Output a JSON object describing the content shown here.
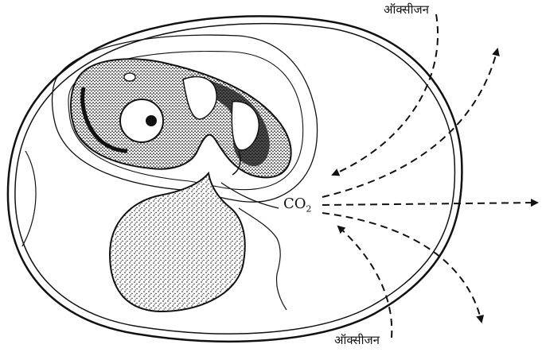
{
  "labels": {
    "oxygen_top": "ऑक्सीजन",
    "oxygen_bottom": "ऑक्सीजन",
    "co2_main": "CO",
    "co2_sub": "2"
  },
  "colors": {
    "ink": "#111111",
    "paper": "#ffffff"
  }
}
